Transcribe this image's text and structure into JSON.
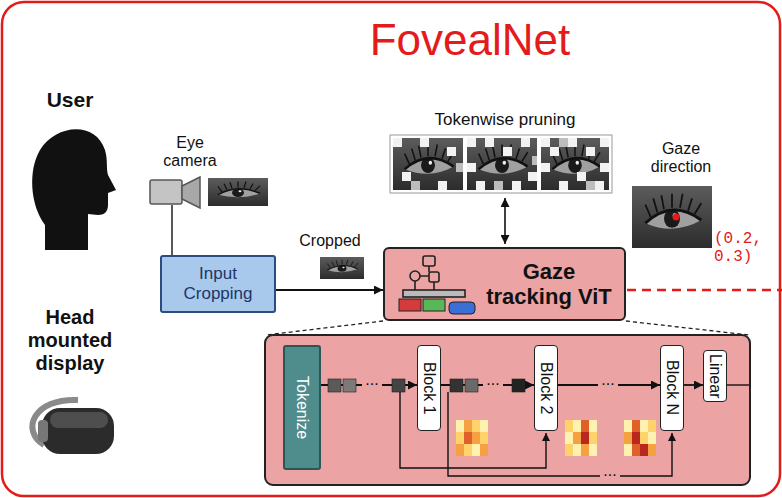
{
  "diagram": {
    "title": "FovealNet",
    "nodes": [
      {
        "text": [
          "Input Cropping"
        ]
      },
      {
        "text": [
          "Gaze tracking ViT"
        ]
      },
      {
        "text": [
          "Tokenize"
        ]
      },
      {
        "text": [
          "Block 1"
        ]
      },
      {
        "text": [
          "Block 2"
        ]
      },
      {
        "text": [
          "Block N"
        ]
      },
      {
        "text": [
          "Linear"
        ]
      }
    ],
    "edges": [
      {
        "from": 0,
        "to": 1,
        "label": "Cropped",
        "arrow": "to"
      },
      {
        "from": 2,
        "to": 3,
        "arrow": "to"
      },
      {
        "from": 3,
        "to": 4,
        "arrow": "to"
      },
      {
        "from": 4,
        "to": 5,
        "arrow": "to"
      },
      {
        "from": 5,
        "to": 6,
        "arrow": "to"
      }
    ],
    "labels": [
      "User",
      "Head mounted display",
      "Eye camera",
      "Tokenwise pruning",
      "Gaze direction",
      "(0.2, 0.3)",
      "...",
      "...",
      "...",
      "..."
    ]
  }
}
